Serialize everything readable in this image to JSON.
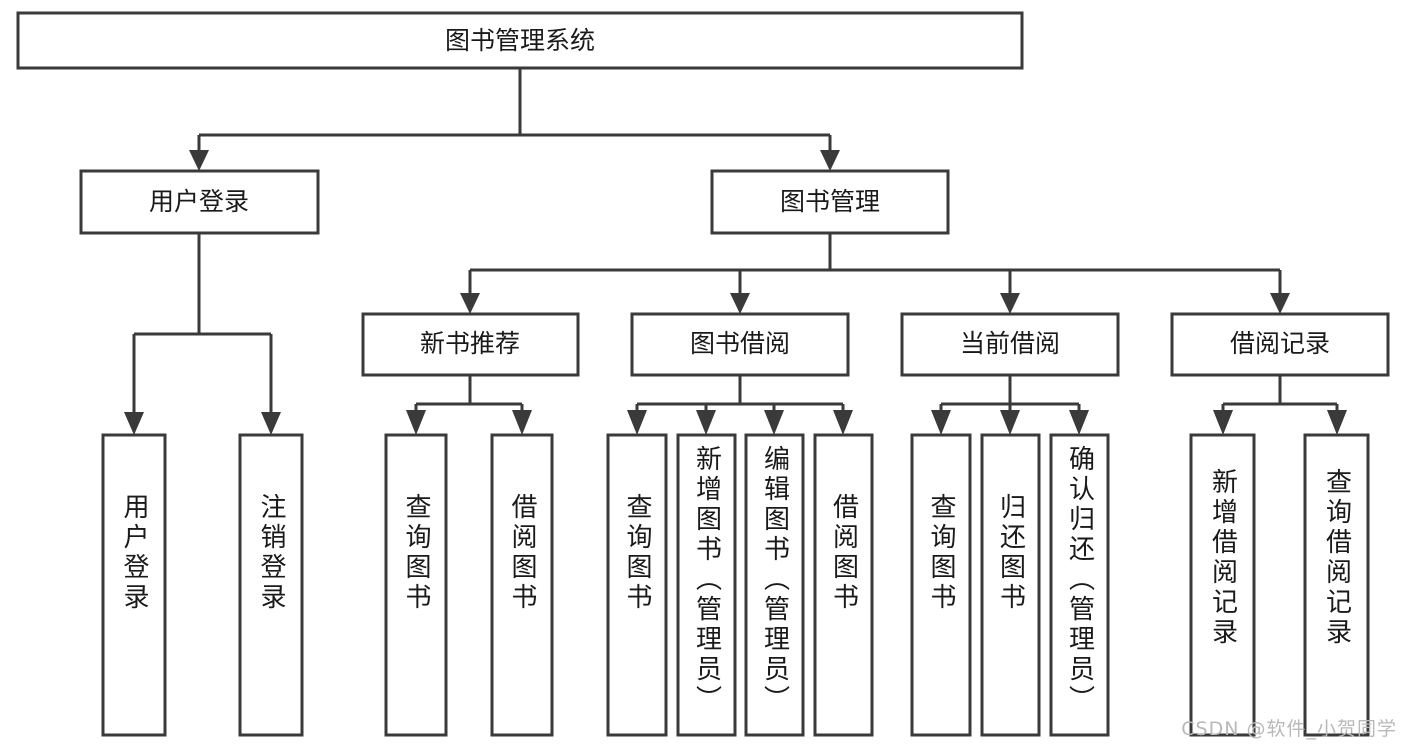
{
  "diagram": {
    "type": "tree-hierarchy",
    "title": "图书管理系统",
    "orientation": "top-down",
    "watermark": "CSDN @软件_小贺同学",
    "colors": {
      "box_stroke": "#3a3a3a",
      "box_fill": "#ffffff",
      "text": "#1a1a1a",
      "background": "#ffffff",
      "watermark": "#b9b9b9"
    },
    "levels": {
      "root": {
        "label": "图书管理系统"
      },
      "level2": [
        {
          "label": "用户登录"
        },
        {
          "label": "图书管理"
        }
      ],
      "level3": [
        {
          "label": "新书推荐"
        },
        {
          "label": "图书借阅"
        },
        {
          "label": "当前借阅"
        },
        {
          "label": "借阅记录"
        }
      ],
      "leaves": {
        "user_login": [
          {
            "label": "用户登录"
          },
          {
            "label": "注销登录"
          }
        ],
        "new_book_recommend": [
          {
            "label": "查询图书"
          },
          {
            "label": "借阅图书"
          }
        ],
        "book_borrow": [
          {
            "label": "查询图书"
          },
          {
            "label": "新增图书（管理员）"
          },
          {
            "label": "编辑图书（管理员）"
          },
          {
            "label": "借阅图书"
          }
        ],
        "current_borrow": [
          {
            "label": "查询图书"
          },
          {
            "label": "归还图书"
          },
          {
            "label": "确认归还（管理员）"
          }
        ],
        "borrow_record": [
          {
            "label": "新增借阅记录"
          },
          {
            "label": "查询借阅记录"
          }
        ]
      }
    }
  }
}
